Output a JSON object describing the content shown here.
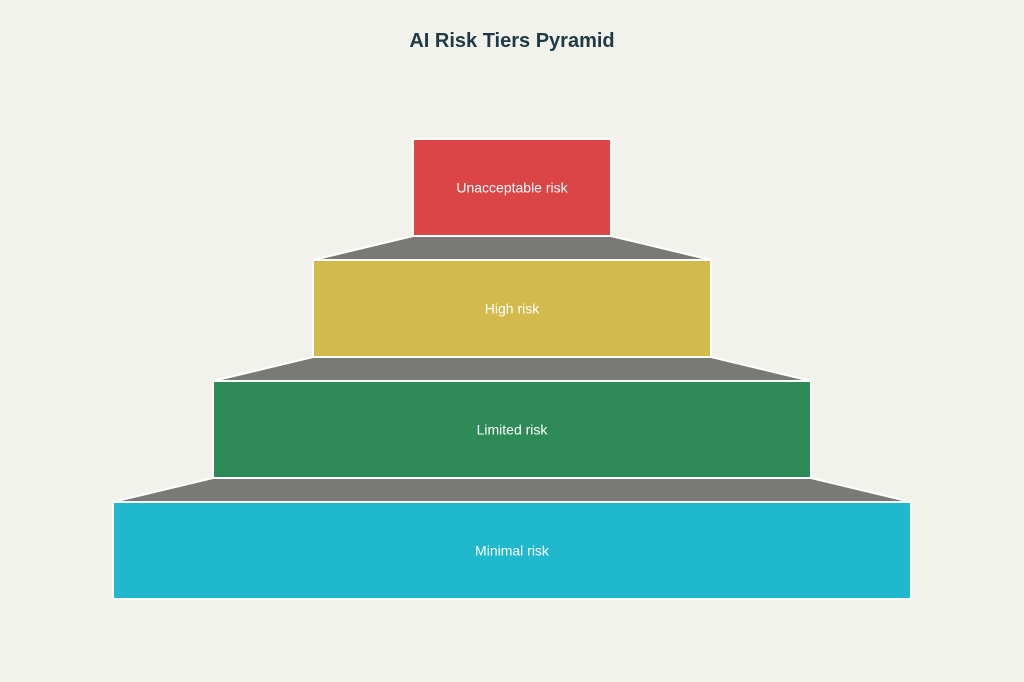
{
  "title": "AI Risk Tiers Pyramid",
  "connector_color": "#797975",
  "tiers": [
    {
      "label": "Unacceptable risk",
      "color": "#db4545"
    },
    {
      "label": "High risk",
      "color": "#d2ba4c"
    },
    {
      "label": "Limited risk",
      "color": "#2e8b57"
    },
    {
      "label": "Minimal risk",
      "color": "#1fb8cd"
    }
  ]
}
